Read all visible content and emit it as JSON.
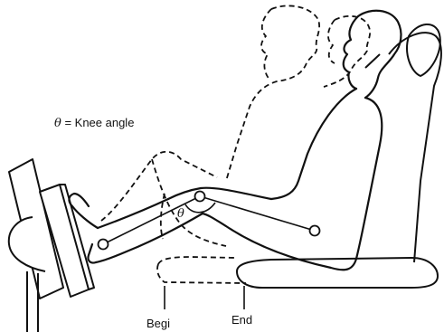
{
  "annotation": {
    "theta_symbol": "θ",
    "knee_angle_text": " = Knee angle"
  },
  "angle_marker": {
    "symbol": "θ"
  },
  "positions": {
    "begin_label": "Begi",
    "end_label": "End"
  },
  "colors": {
    "ink": "#111111",
    "background": "#ffffff"
  },
  "icons": {
    "dashed_figure": "dashed-human-silhouette-icon",
    "solid_figure": "solid-human-silhouette-icon",
    "pedal": "pedal-icon"
  }
}
